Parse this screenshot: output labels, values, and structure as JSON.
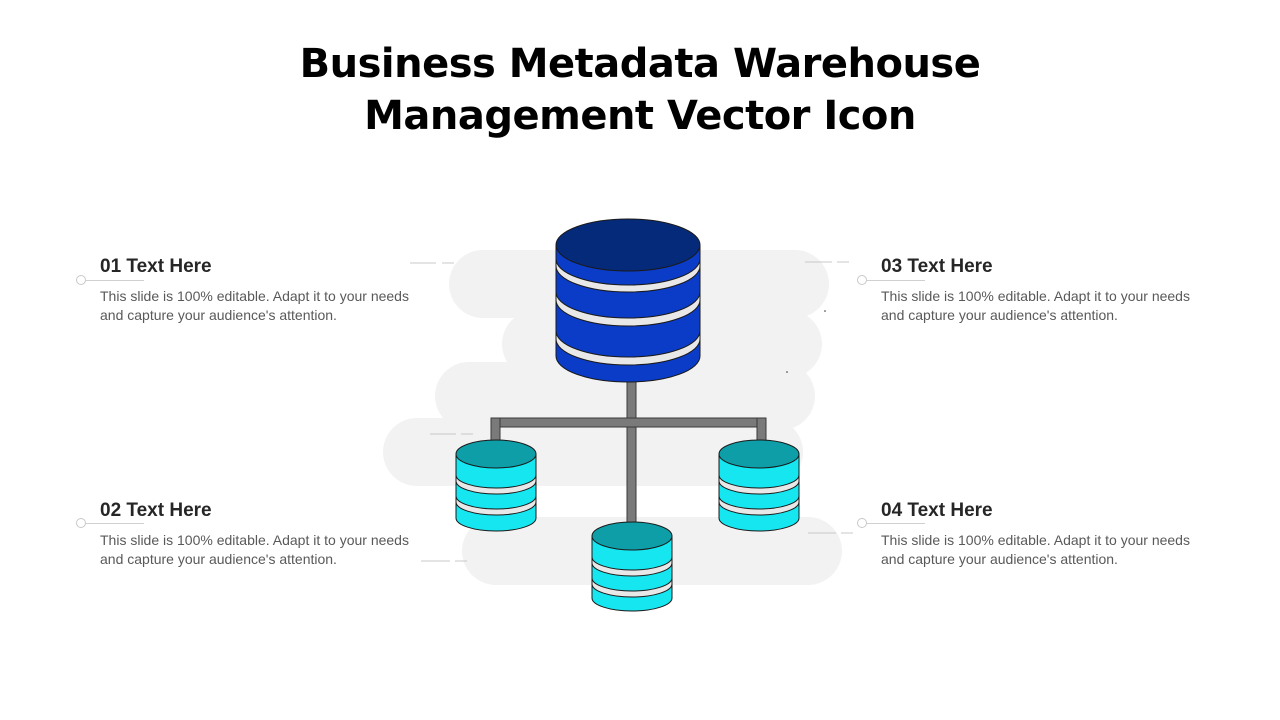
{
  "title": {
    "line1": "Business Metadata Warehouse",
    "line2": "Management Vector Icon"
  },
  "items": [
    {
      "heading": "01 Text Here",
      "body": "This slide is 100% editable. Adapt it to your needs and capture your audience's attention."
    },
    {
      "heading": "02 Text Here",
      "body": "This slide is 100% editable. Adapt it to your needs and capture your audience's attention."
    },
    {
      "heading": "03 Text Here",
      "body": "This slide is 100% editable. Adapt it to your needs and capture your audience's attention."
    },
    {
      "heading": "04 Text Here",
      "body": "This slide is 100% editable. Adapt it to your needs and capture your audience's attention."
    }
  ],
  "colors": {
    "main_db_top": "#062a7a",
    "main_db_body": "#0a3cc8",
    "small_db_top": "#0e9ea8",
    "small_db_body": "#15e6f0",
    "connector": "#7a7a7a",
    "background_shape": "#f2f2f2"
  },
  "icons": [
    "central-database-icon",
    "left-database-icon",
    "right-database-icon",
    "bottom-database-icon"
  ]
}
